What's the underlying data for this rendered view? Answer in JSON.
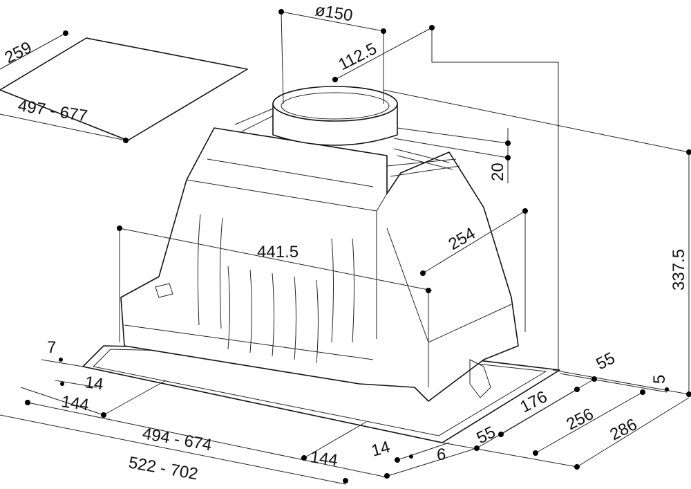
{
  "title": "Built-in hood dimension drawing",
  "dimensions": {
    "cutout_depth": "259",
    "cutout_width": "497 - 677",
    "duct_diameter": "ø150",
    "duct_offset": "112.5",
    "grid_height": "20",
    "body_depth": "254",
    "body_width": "441.5",
    "total_height": "337.5",
    "frame_edge_left": "7",
    "frame_inset_left": "14",
    "frame_offset_left": "144",
    "inner_width": "494 - 674",
    "outer_width": "522 - 702",
    "right_offset_top": "55",
    "frame_thickness": "5",
    "depth_inner": "176",
    "depth_mid": "256",
    "depth_outer": "286",
    "right_offset_bottom": "55",
    "frame_inset_right": "14",
    "frame_edge_right": "6",
    "frame_offset_right": "144"
  }
}
